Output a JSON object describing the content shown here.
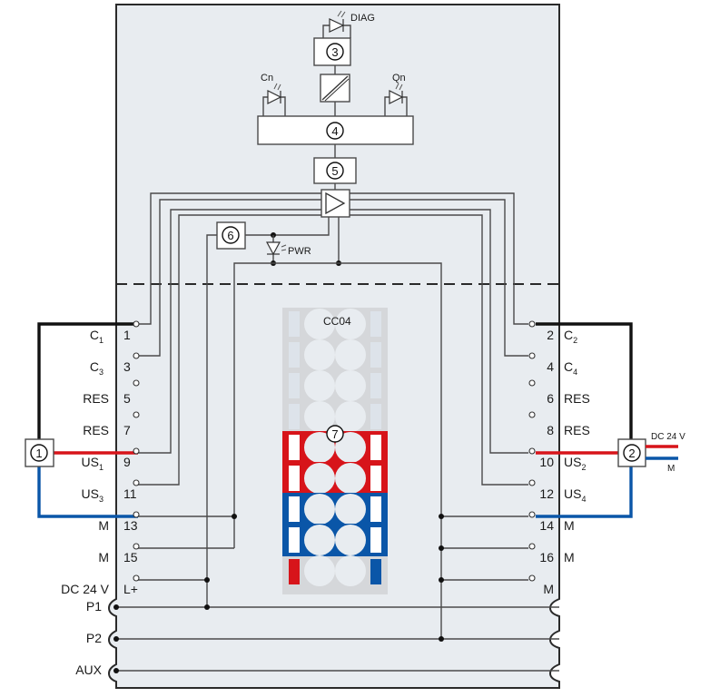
{
  "diagram": {
    "title": "",
    "leds": {
      "diag": "DIAG",
      "cn": "Cn",
      "qn": "Qn",
      "pwr": "PWR"
    },
    "callouts": [
      "1",
      "2",
      "3",
      "4",
      "5",
      "6",
      "7"
    ],
    "color_coding": {
      "label": "CC04",
      "red": "#d7141a",
      "blue": "#0a56a8",
      "black": "#111111"
    },
    "left_terminals": [
      {
        "name": "C",
        "sub": "1",
        "pin": "1"
      },
      {
        "name": "C",
        "sub": "3",
        "pin": "3"
      },
      {
        "name": "RES",
        "sub": "",
        "pin": "5"
      },
      {
        "name": "RES",
        "sub": "",
        "pin": "7"
      },
      {
        "name": "US",
        "sub": "1",
        "pin": "9"
      },
      {
        "name": "US",
        "sub": "3",
        "pin": "11"
      },
      {
        "name": "M",
        "sub": "",
        "pin": "13"
      },
      {
        "name": "M",
        "sub": "",
        "pin": "15"
      },
      {
        "name": "DC 24 V",
        "sub": "",
        "pin": "L+"
      }
    ],
    "right_terminals": [
      {
        "name": "C",
        "sub": "2",
        "pin": "2"
      },
      {
        "name": "C",
        "sub": "4",
        "pin": "4"
      },
      {
        "name": "RES",
        "sub": "",
        "pin": "6"
      },
      {
        "name": "RES",
        "sub": "",
        "pin": "8"
      },
      {
        "name": "US",
        "sub": "2",
        "pin": "10"
      },
      {
        "name": "US",
        "sub": "4",
        "pin": "12"
      },
      {
        "name": "M",
        "sub": "",
        "pin": "14"
      },
      {
        "name": "M",
        "sub": "",
        "pin": "16"
      },
      {
        "name": "",
        "sub": "",
        "pin": "M"
      }
    ],
    "bus": [
      "P1",
      "P2",
      "AUX"
    ],
    "supply": {
      "dc24": "DC 24 V",
      "m": "M"
    }
  }
}
